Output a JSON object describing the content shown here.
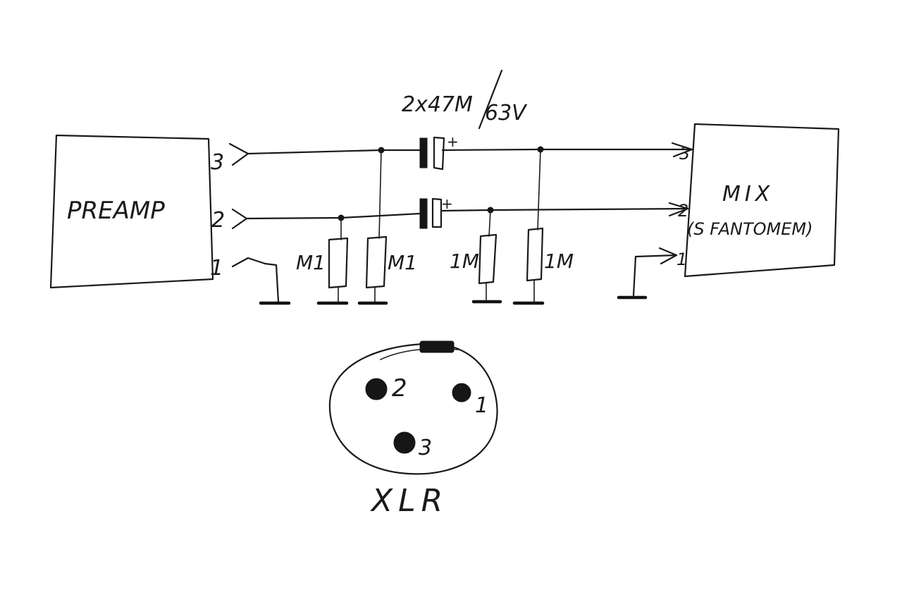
{
  "blocks": {
    "preamp": "PREAMP",
    "mix": "MIX",
    "mix_note": "(S FANTOMEM)"
  },
  "capacitor_label": {
    "value": "2x47M",
    "voltage": "63V"
  },
  "preamp_pins": [
    "3",
    "2",
    "1"
  ],
  "mix_pins": [
    "3",
    "2",
    "1"
  ],
  "capacitor_plus": [
    "+",
    "+"
  ],
  "resistors": [
    "M1",
    "M1",
    "1M",
    "1M"
  ],
  "xlr": {
    "label": "XLR",
    "pins": [
      "2",
      "1",
      "3"
    ]
  }
}
